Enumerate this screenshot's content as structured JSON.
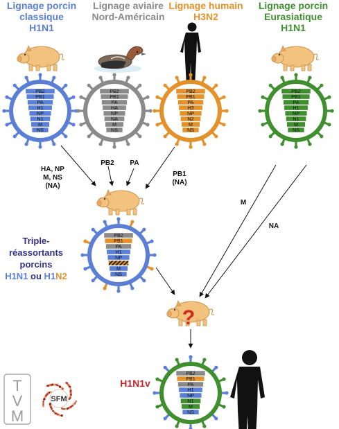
{
  "colors": {
    "classic": "#5b7fd6",
    "avian": "#8a8a8a",
    "human": "#e3922b",
    "eurasian": "#3f8f2f",
    "triple": "#33308a",
    "h1n1v": "#c0262a",
    "pig": "#f3c27e",
    "question": "#d2281e",
    "arrow": "#111111"
  },
  "headers": [
    {
      "line1": "Lignage porcin",
      "line2": "classique",
      "line3": "H1N1"
    },
    {
      "line1": "Lignage aviaire",
      "line2": "Nord-Américain",
      "line3": ""
    },
    {
      "line1": "Lignage humain",
      "line2": "H3N2",
      "line3": ""
    },
    {
      "line1": "Lignage porcin",
      "line2": "Eurasiatique",
      "line3": "H1N1"
    }
  ],
  "segments": {
    "classic": [
      "PB2",
      "PB1",
      "PA",
      "H1",
      "NP",
      "N1",
      "M",
      "NS"
    ],
    "avian": [
      "PB2",
      "PB1",
      "PA",
      "HA",
      "NP",
      "NA",
      "M",
      "NS"
    ],
    "human": [
      "PB2",
      "PB1",
      "PA",
      "H3",
      "NP",
      "N2",
      "M",
      "NS"
    ],
    "eurasian": [
      "PB2",
      "PB1",
      "PA",
      "H1",
      "NP",
      "N1",
      "M",
      "NS"
    ],
    "triple": [
      "PB2",
      "PB1",
      "PA",
      "H1",
      "NP",
      "",
      "M",
      "NS"
    ],
    "h1n1v": [
      "PB2",
      "PB1",
      "PA",
      "H1",
      "NP",
      "N1",
      "M",
      "NS"
    ]
  },
  "flows": {
    "classic": {
      "l1": "HA, NP",
      "l2": "M, NS",
      "l3": "(NA)"
    },
    "avian_pb2": "PB2",
    "avian_pa": "PA",
    "human": {
      "l1": "PB1",
      "l2": "(NA)"
    },
    "m": "M",
    "na": "NA"
  },
  "triple": {
    "l1": "Triple-",
    "l2": "réassortants",
    "l3": "porcins",
    "h1n1": "H1N1",
    "ou": " ou ",
    "h1": "H1",
    "n2": "N2"
  },
  "question_mark": "?",
  "result": "H1N1v",
  "logos": {
    "tvm": "TVM",
    "sfm": "SFM"
  }
}
